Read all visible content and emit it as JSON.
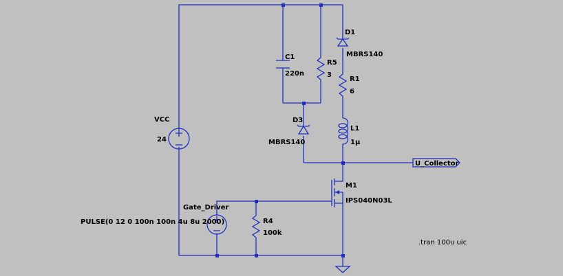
{
  "schematic": {
    "background": "#c0c0c0",
    "wire_color": "#1f2fbf",
    "components": {
      "vcc": {
        "name": "VCC",
        "value": "24"
      },
      "gate_driver": {
        "name": "Gate_Driver",
        "value": "PULSE(0 12 0 100n 100n 4u 8u 2000)"
      },
      "c1": {
        "name": "C1",
        "value": "220n"
      },
      "r5": {
        "name": "R5",
        "value": "3"
      },
      "d1": {
        "name": "D1",
        "value": "MBRS140"
      },
      "r1": {
        "name": "R1",
        "value": "6"
      },
      "l1": {
        "name": "L1",
        "value": "1µ"
      },
      "d3": {
        "name": "D3",
        "value": "MBRS140"
      },
      "m1": {
        "name": "M1",
        "value": "IPS040N03L"
      },
      "r4": {
        "name": "R4",
        "value": "100k"
      }
    },
    "net_label": "U_Collector",
    "directive": ".tran 100u uic"
  }
}
